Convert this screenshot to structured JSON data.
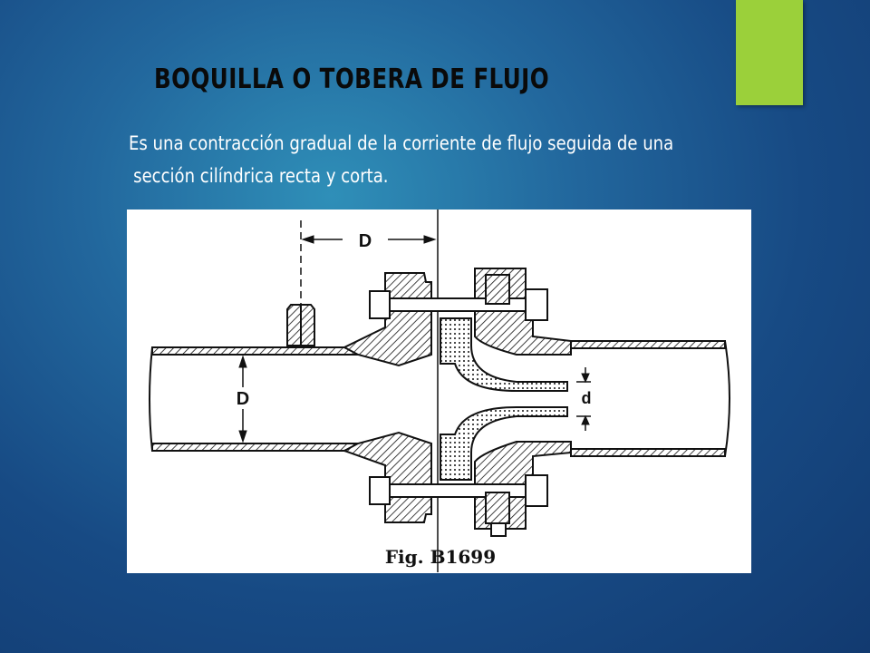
{
  "slide": {
    "title": "BOQUILLA O TOBERA DE FLUJO",
    "description_line1": "Es una contracción gradual de la corriente de flujo seguida de una",
    "description_line2": "sección cilíndrica recta y corta.",
    "accent_color": "#9bd03a"
  },
  "figure": {
    "label_D_top": "D",
    "label_D_pipe": "D",
    "label_d": "d",
    "caption": "Fig. B1699"
  }
}
